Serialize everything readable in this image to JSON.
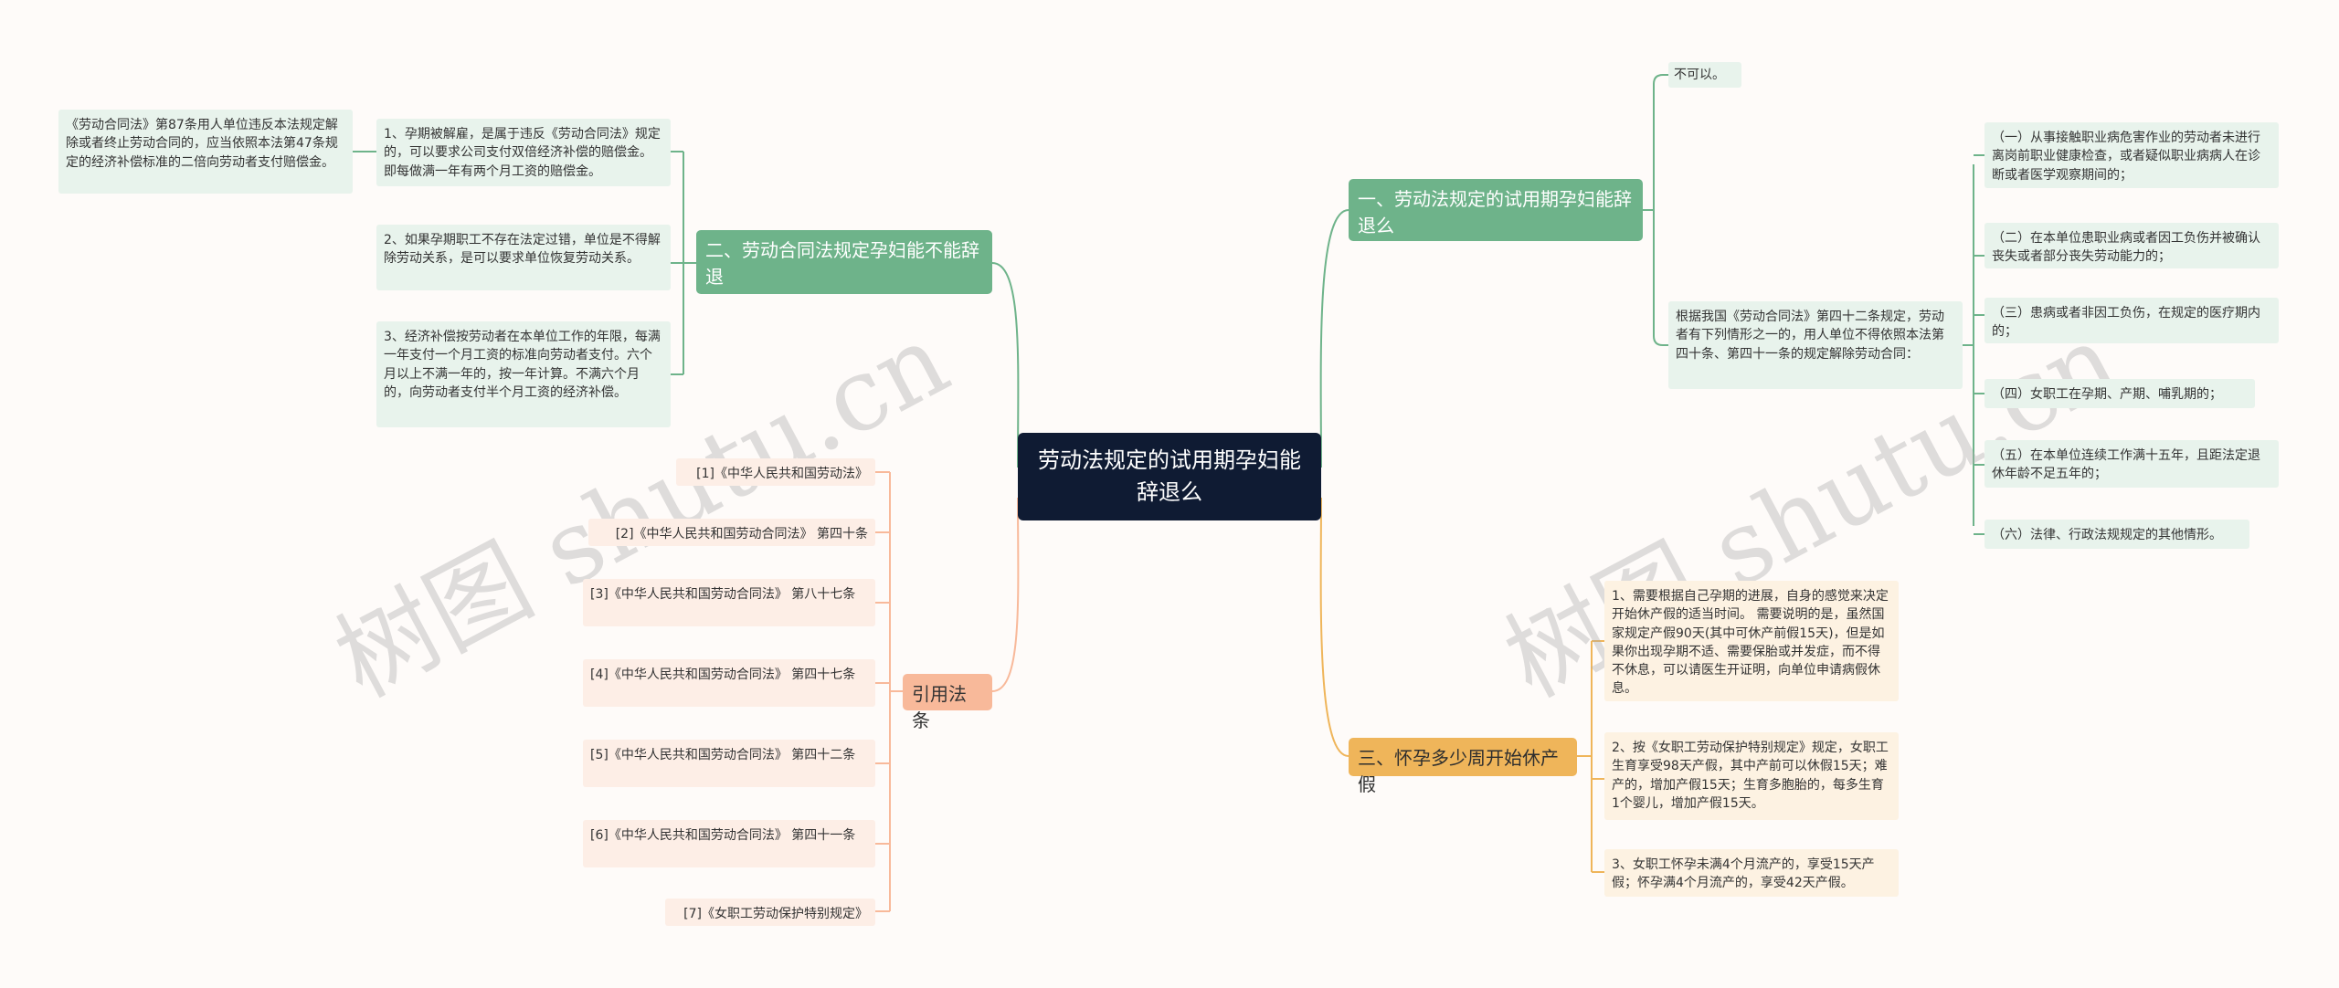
{
  "root": "劳动法规定的试用期孕妇能辞退么",
  "branch1": {
    "title": "一、劳动法规定的试用期孕妇能辞退么",
    "answer": "不可以。",
    "basis": "根据我国《劳动合同法》第四十二条规定，劳动者有下列情形之一的，用人单位不得依照本法第四十条、第四十一条的规定解除劳动合同：",
    "items": [
      "（一）从事接触职业病危害作业的劳动者未进行离岗前职业健康检查，或者疑似职业病病人在诊断或者医学观察期间的；",
      "（二）在本单位患职业病或者因工负伤并被确认丧失或者部分丧失劳动能力的；",
      "（三）患病或者非因工负伤，在规定的医疗期内的；",
      "（四）女职工在孕期、产期、哺乳期的；",
      "（五）在本单位连续工作满十五年，且距法定退休年龄不足五年的；",
      "（六）法律、行政法规规定的其他情形。"
    ]
  },
  "branch2": {
    "title": "二、劳动合同法规定孕妇能不能辞退",
    "items": [
      "1、孕期被解雇，是属于违反《劳动合同法》规定的，可以要求公司支付双倍经济补偿的赔偿金。即每做满一年有两个月工资的赔偿金。",
      "2、如果孕期职工不存在法定过错，单位是不得解除劳动关系，是可以要求单位恢复劳动关系。",
      "3、经济补偿按劳动者在本单位工作的年限，每满一年支付一个月工资的标准向劳动者支付。六个月以上不满一年的，按一年计算。不满六个月的，向劳动者支付半个月工资的经济补偿。"
    ],
    "sub": "《劳动合同法》第87条用人单位违反本法规定解除或者终止劳动合同的，应当依照本法第47条规定的经济补偿标准的二倍向劳动者支付赔偿金。"
  },
  "branch3": {
    "title": "三、怀孕多少周开始休产假",
    "items": [
      "1、需要根据自己孕期的进展，自身的感觉来决定开始休产假的适当时间。 需要说明的是，虽然国家规定产假90天(其中可休产前假15天)，但是如果你出现孕期不适、需要保胎或并发症，而不得不休息，可以请医生开证明，向单位申请病假休息。",
      "2、按《女职工劳动保护特别规定》规定，女职工生育享受98天产假，其中产前可以休假15天；难产的，增加产假15天；生育多胞胎的，每多生育1个婴儿，增加产假15天。",
      "3、女职工怀孕未满4个月流产的，享受15天产假；怀孕满4个月流产的，享受42天产假。"
    ]
  },
  "branch4": {
    "title": "引用法条",
    "items": [
      "[1]《中华人民共和国劳动法》",
      "[2]《中华人民共和国劳动合同法》 第四十条",
      "[3]《中华人民共和国劳动合同法》 第八十七条",
      "[4]《中华人民共和国劳动合同法》 第四十七条",
      "[5]《中华人民共和国劳动合同法》 第四十二条",
      "[6]《中华人民共和国劳动合同法》 第四十一条",
      "[7]《女职工劳动保护特别规定》"
    ]
  },
  "watermark": "树图 shutu.cn",
  "colors": {
    "root": "#0f1b33",
    "green": "#6eb38a",
    "orange": "#efb55a",
    "salmon": "#f8b99a"
  }
}
